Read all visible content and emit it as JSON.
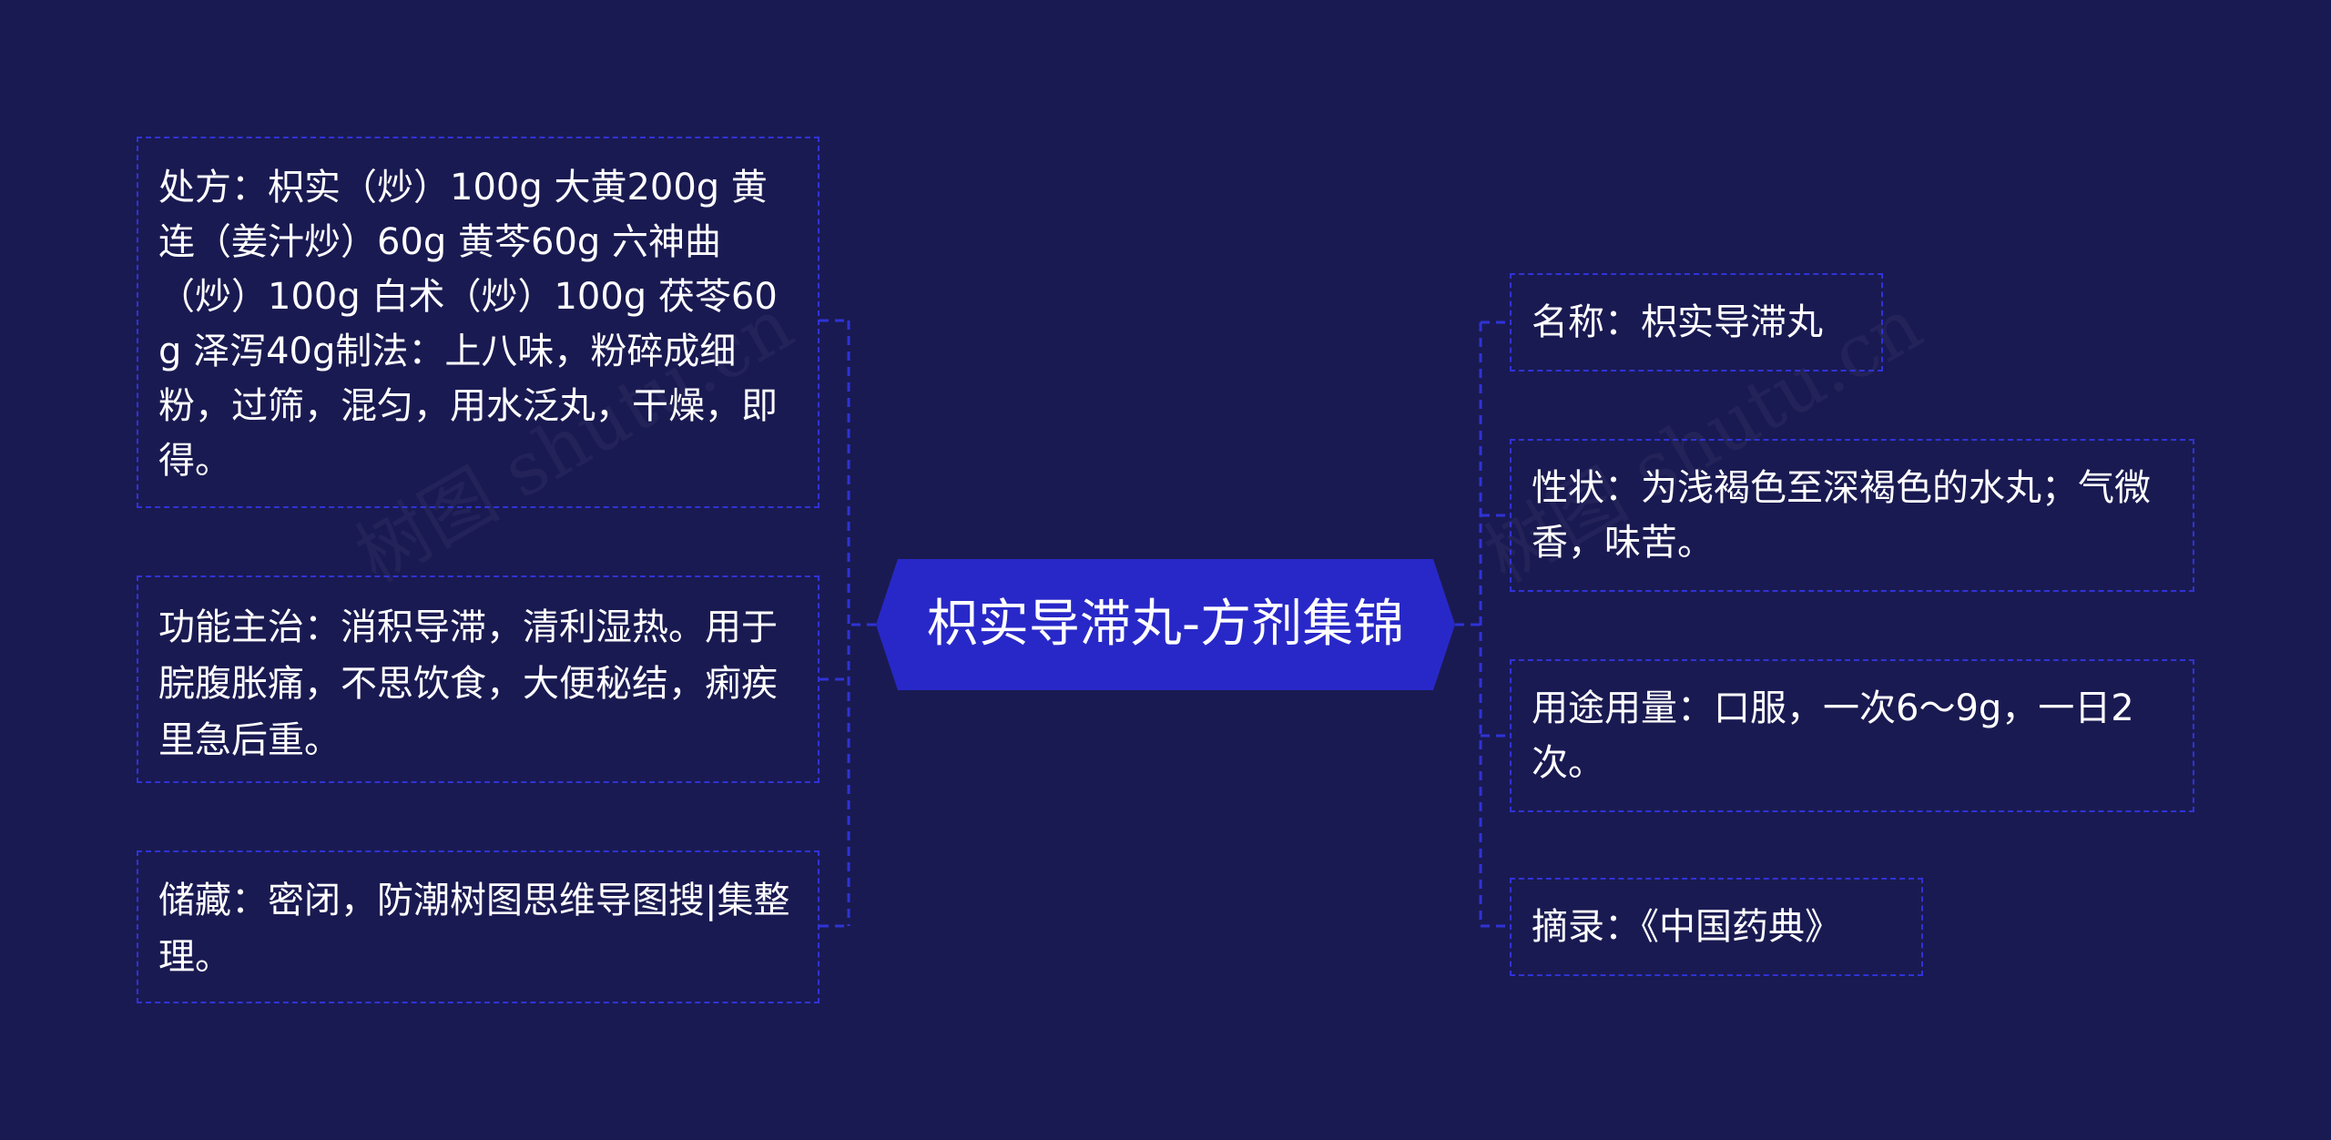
{
  "center": {
    "title": "枳实导滞丸-方剂集锦"
  },
  "left_nodes": [
    {
      "text": "处方：枳实（炒）100g 大黄200g 黄连（姜汁炒）60g 黄芩60g 六神曲（炒）100g 白术（炒）100g 茯苓60g 泽泻40g制法：上八味，粉碎成细粉，过筛，混匀，用水泛丸，干燥，即得。"
    },
    {
      "text": "功能主治：消积导滞，清利湿热。用于脘腹胀痛，不思饮食，大便秘结，痢疾里急后重。"
    },
    {
      "text": "储藏：密闭，防潮树图思维导图搜|集整理。"
    }
  ],
  "right_nodes": [
    {
      "text": "名称：枳实导滞丸"
    },
    {
      "text": "性状：为浅褐色至深褐色的水丸；气微香，味苦。"
    },
    {
      "text": "用途用量：口服，一次6～9g，一日2次。"
    },
    {
      "text": "摘录：《中国药典》"
    }
  ],
  "watermarks": [
    "树图 shutu.cn",
    "树图 shutu.cn"
  ],
  "colors": {
    "background": "#1a1a52",
    "center_fill": "#2828c8",
    "border": "#2f33d6",
    "text": "#ffffff"
  }
}
